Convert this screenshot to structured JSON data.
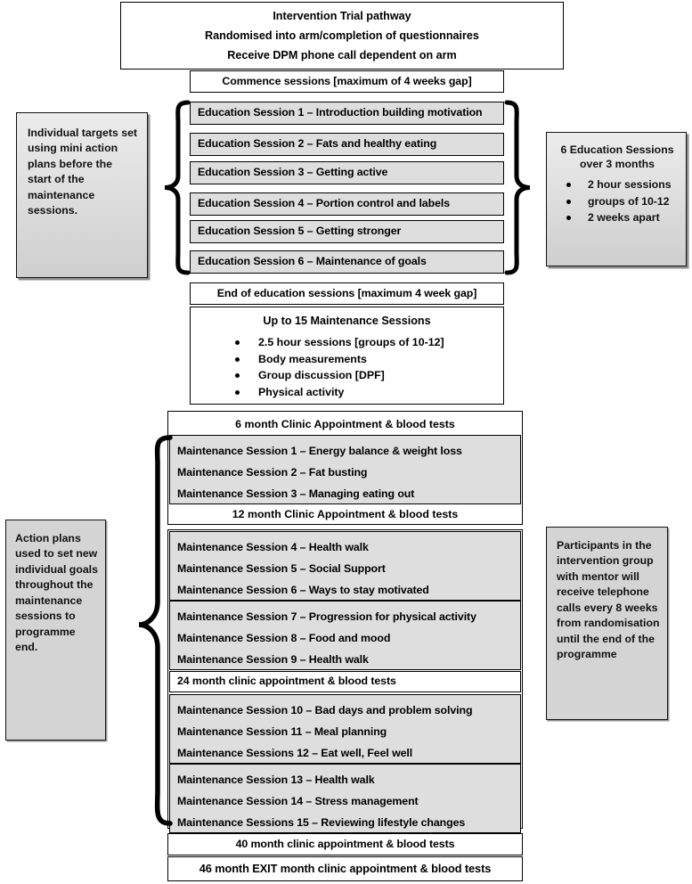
{
  "header": {
    "title": "Intervention Trial pathway",
    "line2": "Randomised into arm/completion of questionnaires",
    "line3": "Receive DPM phone call dependent on arm",
    "commence": "Commence sessions [maximum of 4 weeks gap]"
  },
  "education": {
    "sessions": [
      "Education Session 1 – Introduction building motivation",
      "Education Session 2 – Fats and healthy eating",
      "Education Session 3 – Getting active",
      "Education Session 4 – Portion control and labels",
      "Education Session 5 – Getting stronger",
      "Education Session 6 – Maintenance of goals"
    ],
    "end_note": "End of education sessions [maximum 4 week gap]"
  },
  "maintenance_summary": {
    "title": "Up to 15 Maintenance Sessions",
    "bullets": [
      "2.5 hour sessions [groups of 10-12]",
      "Body measurements",
      "Group discussion [DPF]",
      "Physical activity"
    ]
  },
  "clinic": {
    "m6": "6 month Clinic Appointment & blood tests",
    "m12": "12 month Clinic Appointment & blood tests",
    "m24": "24 month clinic appointment & blood tests",
    "m40": "40 month clinic appointment & blood tests",
    "m46": "46 month EXIT month clinic appointment & blood tests"
  },
  "maintenance_sessions": {
    "group1": [
      "Maintenance Session 1 – Energy balance & weight loss",
      "Maintenance Session 2 – Fat busting",
      "Maintenance Session 3 – Managing eating out"
    ],
    "group2": [
      "Maintenance Session 4 – Health walk",
      "Maintenance Session 5 – Social Support",
      "Maintenance Session 6 – Ways to stay motivated"
    ],
    "group3": [
      "Maintenance Session 7 – Progression for physical activity",
      "Maintenance Session 8 – Food and mood",
      "Maintenance Session 9 – Health walk"
    ],
    "group4": [
      "Maintenance Session 10 – Bad days and problem solving",
      "Maintenance Session 11 – Meal planning",
      "Maintenance Sessions 12 – Eat well, Feel well"
    ],
    "group5": [
      "Maintenance Session 13 – Health walk",
      "Maintenance Session 14 – Stress management",
      "Maintenance Sessions 15 – Reviewing lifestyle changes"
    ]
  },
  "annotations": {
    "left_top": "Individual targets set using mini action plans before the start of the maintenance sessions.",
    "left_bottom": "Action plans used to set new individual goals throughout the maintenance sessions to programme end.",
    "right_top_title": "6 Education Sessions over 3 months",
    "right_top_bullets": [
      "2 hour sessions",
      "groups of 10-12",
      "2 weeks apart"
    ],
    "right_bottom": "Participants in the intervention group with mentor will receive telephone calls every 8 weeks from randomisation until the end of the programme"
  },
  "colors": {
    "shaded_row": "#dedede",
    "side_box": "#d4d4d4",
    "border": "#000000"
  }
}
